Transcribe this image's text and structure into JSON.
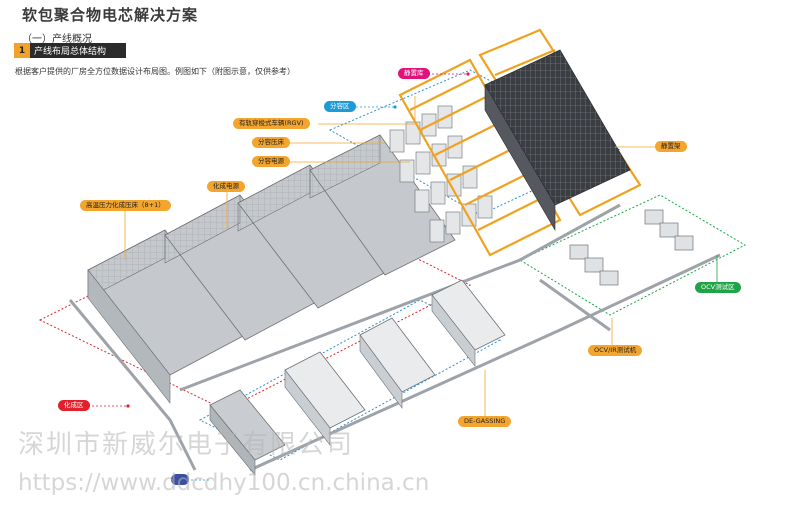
{
  "header": {
    "title": "软包聚合物电芯解决方案",
    "section": "（一）产线概况",
    "subhead_num": "1",
    "subhead_label": "产线布局总体结构",
    "intro": "根据客户提供的厂房全方位数据设计布局图。例图如下（附图示意，仅供参考）"
  },
  "labels": {
    "standing_warehouse": "静置库",
    "grading_area": "分容区",
    "rgv": "有轨穿梭式车辆(RGV)",
    "grading_press": "分容压床",
    "grading_power": "分容电源",
    "formation_power": "化成电源",
    "hi_temp_formation_press": "高温压力化成压床（8+1）",
    "standing_rack": "静置架",
    "ocv_test_area": "OCV测试区",
    "ocv_ir_tester": "OCV/IR测试机",
    "degassing": "DE-GASSING",
    "formation_area": "化成区",
    "blue_tag": ""
  },
  "colors": {
    "orange": "#f3a52e",
    "pink": "#e0127c",
    "blue": "#1e9ad6",
    "green": "#1fa447",
    "red": "#e21f2a",
    "navy": "#3b4fa0"
  },
  "watermark": {
    "line1": "深圳市新威尔电子有限公司",
    "line2": "https://www.ddcdhy100.cn.china.cn"
  }
}
